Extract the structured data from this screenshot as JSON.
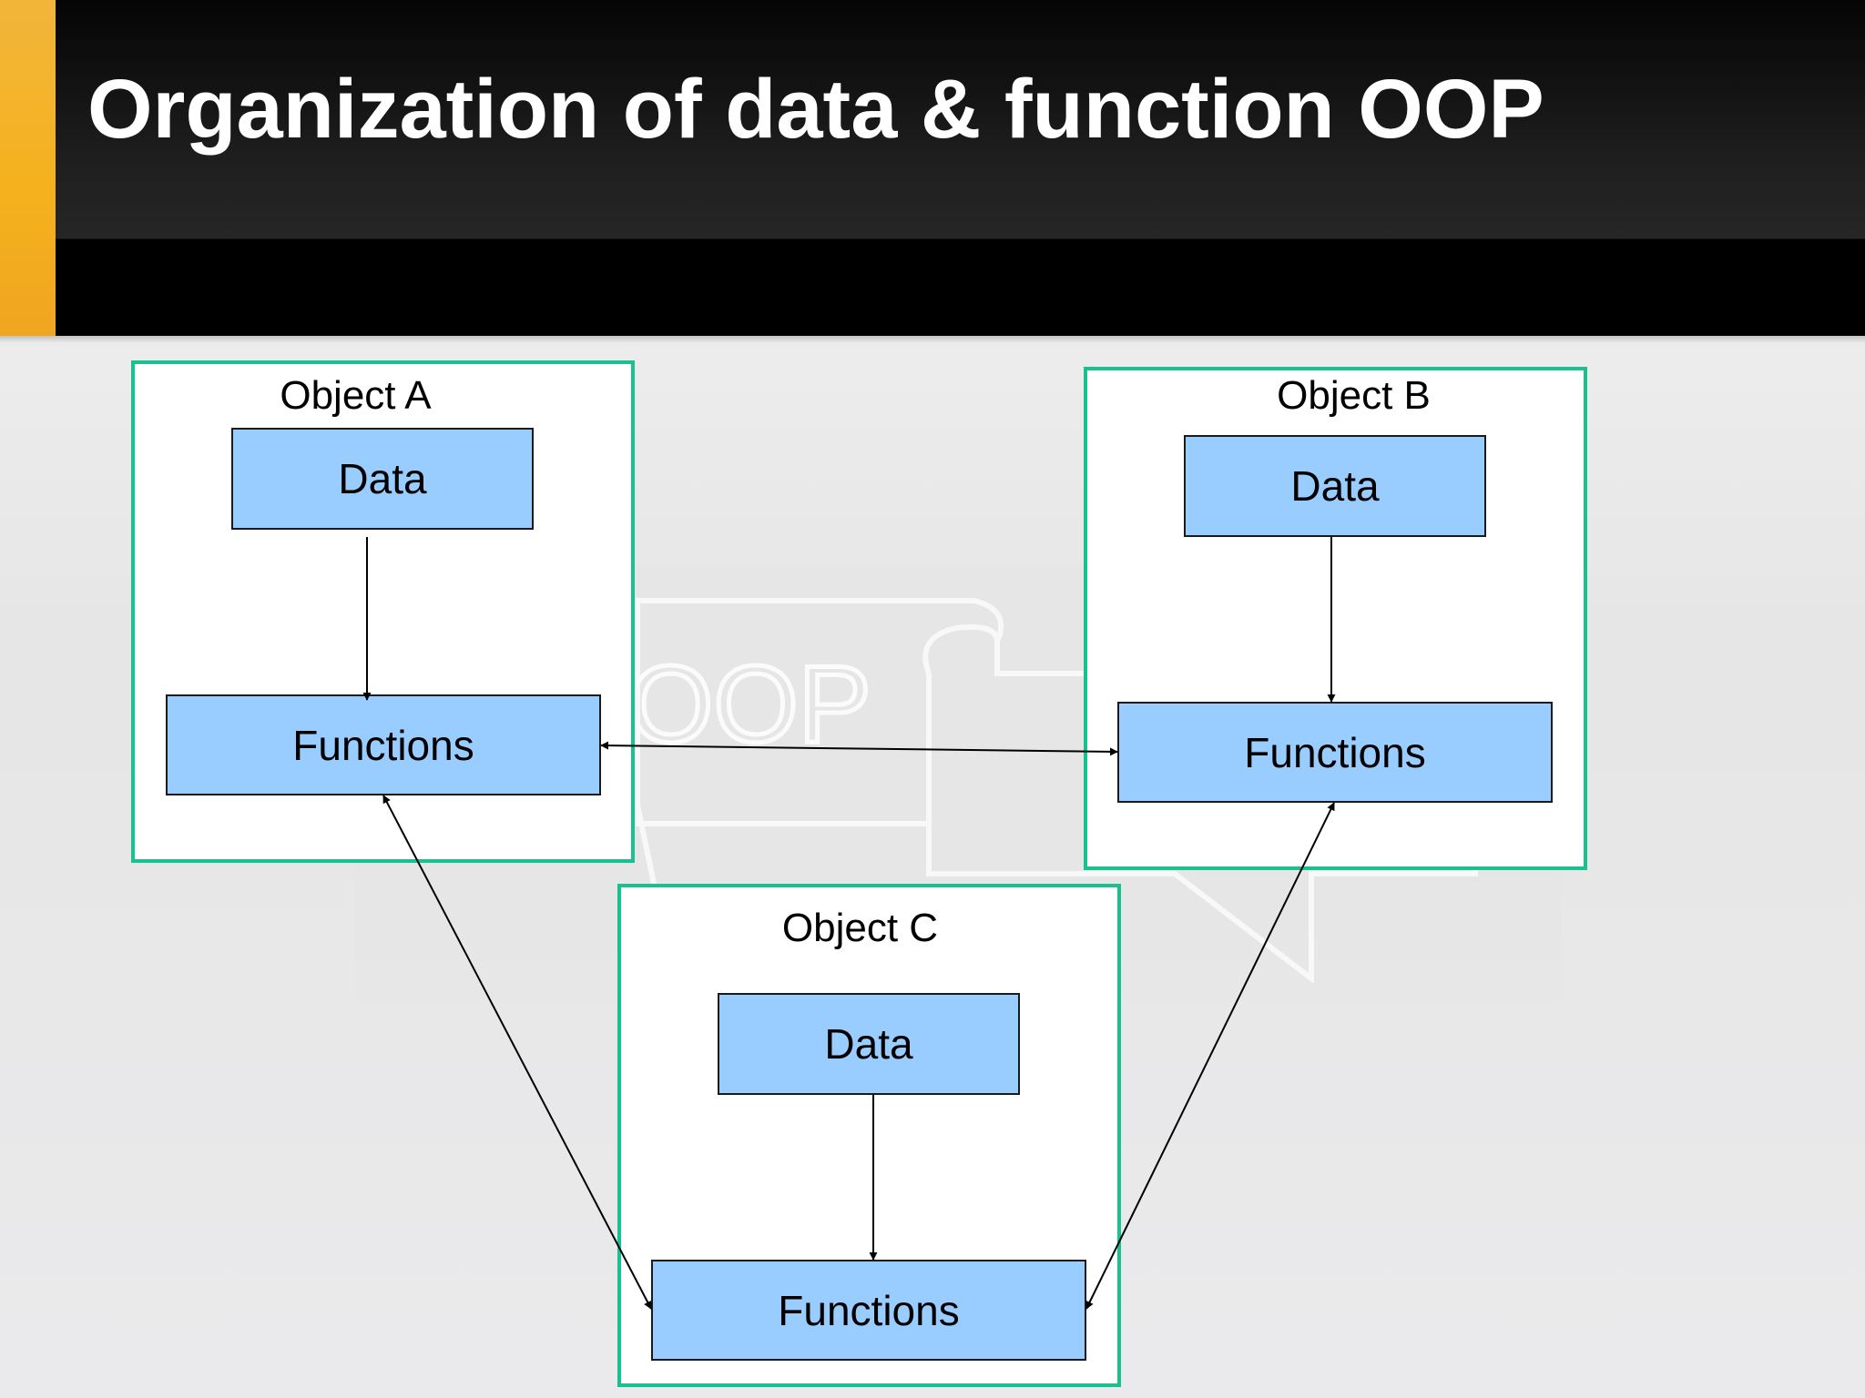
{
  "title": "Organization of data & function OOP",
  "watermark_text": "OOP",
  "colors": {
    "accent": "#f5b21e",
    "header": "#000000",
    "object_border": "#19c190",
    "node_fill": "#99ccff",
    "node_border": "#1a1a1a"
  },
  "objects": [
    {
      "label": "Object A",
      "data_label": "Data",
      "functions_label": "Functions"
    },
    {
      "label": "Object B",
      "data_label": "Data",
      "functions_label": "Functions"
    },
    {
      "label": "Object C",
      "data_label": "Data",
      "functions_label": "Functions"
    }
  ],
  "connections": [
    {
      "from": "Object A Data",
      "to": "Object A Functions",
      "direction": "one-way"
    },
    {
      "from": "Object B Data",
      "to": "Object B Functions",
      "direction": "one-way"
    },
    {
      "from": "Object C Data",
      "to": "Object C Functions",
      "direction": "one-way"
    },
    {
      "from": "Object A Functions",
      "to": "Object B Functions",
      "direction": "two-way"
    },
    {
      "from": "Object A Functions",
      "to": "Object C Functions",
      "direction": "two-way"
    },
    {
      "from": "Object B Functions",
      "to": "Object C Functions",
      "direction": "two-way"
    }
  ]
}
